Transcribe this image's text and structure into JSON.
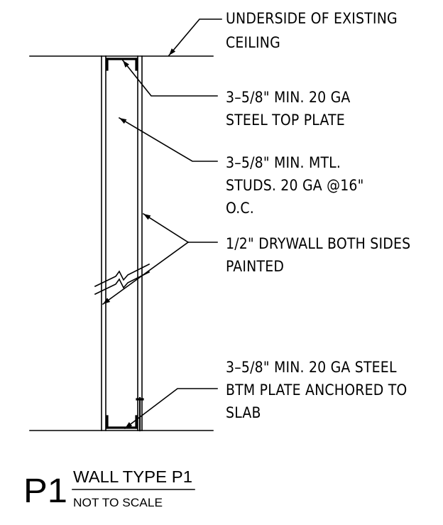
{
  "notes": {
    "ceiling": [
      "UNDERSIDE OF EXISTING",
      "CEILING"
    ],
    "top_plate": [
      "3–5/8\" MIN. 20 GA",
      "STEEL TOP PLATE"
    ],
    "studs": [
      "3–5/8\" MIN. MTL.",
      "STUDS. 20 GA @16\"",
      "O.C."
    ],
    "drywall": [
      "1/2\" DRYWALL BOTH SIDES",
      "PAINTED"
    ],
    "bottom_plate": [
      "3–5/8\" MIN. 20 GA STEEL",
      "BTM PLATE ANCHORED TO",
      "SLAB"
    ]
  },
  "title_block": {
    "tag": "P1",
    "title": "WALL TYPE P1",
    "scale": "NOT TO SCALE"
  }
}
